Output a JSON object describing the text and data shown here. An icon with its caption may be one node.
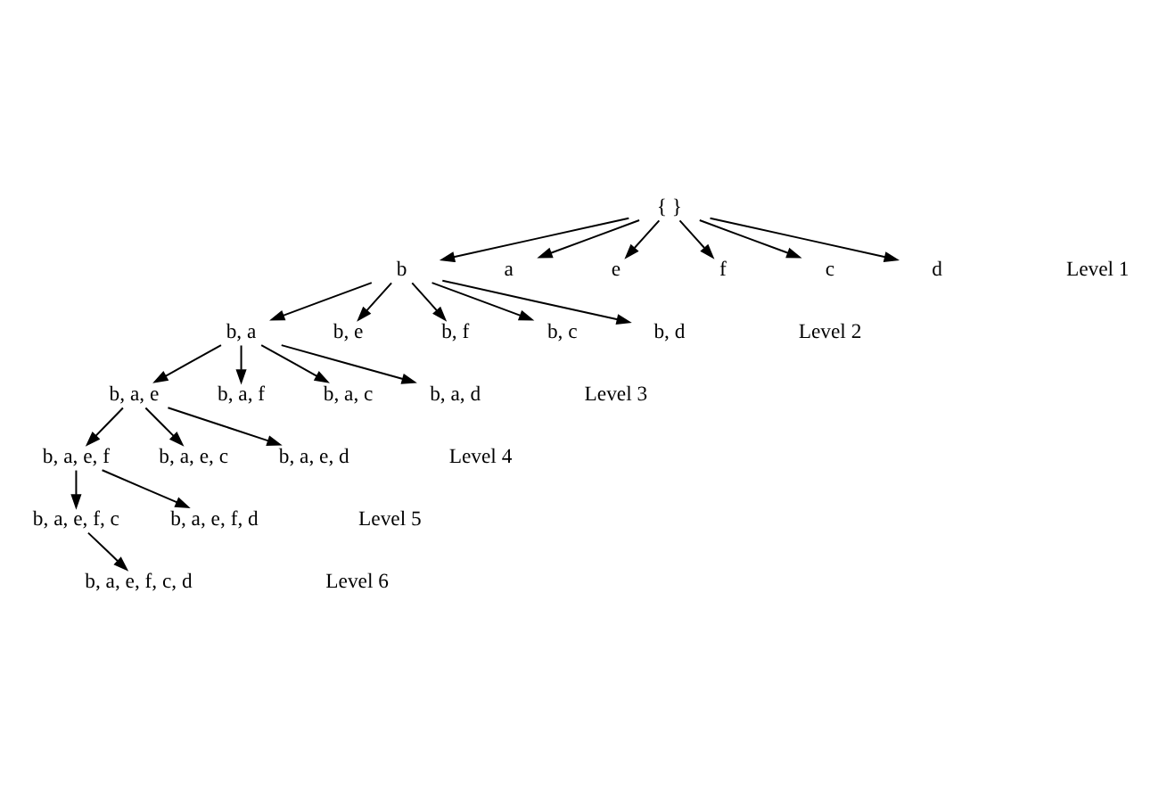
{
  "diagram": {
    "nodes": [
      {
        "text": [
          "{ }"
        ]
      },
      {
        "text": [
          "b"
        ]
      },
      {
        "text": [
          "a"
        ]
      },
      {
        "text": [
          "e"
        ]
      },
      {
        "text": [
          "f"
        ]
      },
      {
        "text": [
          "c"
        ]
      },
      {
        "text": [
          "d"
        ]
      },
      {
        "text": [
          "b, a"
        ]
      },
      {
        "text": [
          "b, e"
        ]
      },
      {
        "text": [
          "b, f"
        ]
      },
      {
        "text": [
          "b, c"
        ]
      },
      {
        "text": [
          "b, d"
        ]
      },
      {
        "text": [
          "b, a, e"
        ]
      },
      {
        "text": [
          "b, a, f"
        ]
      },
      {
        "text": [
          "b, a, c"
        ]
      },
      {
        "text": [
          "b, a, d"
        ]
      },
      {
        "text": [
          "b, a, e, f"
        ]
      },
      {
        "text": [
          "b, a, e, c"
        ]
      },
      {
        "text": [
          "b, a, e, d"
        ]
      },
      {
        "text": [
          "b, a, e, f, c"
        ]
      },
      {
        "text": [
          "b, a, e, f, d"
        ]
      },
      {
        "text": [
          "b, a, e, f, c, d"
        ]
      }
    ],
    "edges": [
      {
        "from": 0,
        "to": 1,
        "arrow": "to"
      },
      {
        "from": 0,
        "to": 2,
        "arrow": "to"
      },
      {
        "from": 0,
        "to": 3,
        "arrow": "to"
      },
      {
        "from": 0,
        "to": 4,
        "arrow": "to"
      },
      {
        "from": 0,
        "to": 5,
        "arrow": "to"
      },
      {
        "from": 0,
        "to": 6,
        "arrow": "to"
      },
      {
        "from": 1,
        "to": 7,
        "arrow": "to"
      },
      {
        "from": 1,
        "to": 8,
        "arrow": "to"
      },
      {
        "from": 1,
        "to": 9,
        "arrow": "to"
      },
      {
        "from": 1,
        "to": 10,
        "arrow": "to"
      },
      {
        "from": 1,
        "to": 11,
        "arrow": "to"
      },
      {
        "from": 7,
        "to": 12,
        "arrow": "to"
      },
      {
        "from": 7,
        "to": 13,
        "arrow": "to"
      },
      {
        "from": 7,
        "to": 14,
        "arrow": "to"
      },
      {
        "from": 7,
        "to": 15,
        "arrow": "to"
      },
      {
        "from": 12,
        "to": 16,
        "arrow": "to"
      },
      {
        "from": 12,
        "to": 17,
        "arrow": "to"
      },
      {
        "from": 12,
        "to": 18,
        "arrow": "to"
      },
      {
        "from": 16,
        "to": 19,
        "arrow": "to"
      },
      {
        "from": 16,
        "to": 20,
        "arrow": "to"
      },
      {
        "from": 19,
        "to": 21,
        "arrow": "to"
      }
    ],
    "labels": [
      "Level 1",
      "Level 2",
      "Level 3",
      "Level 4",
      "Level 5",
      "Level 6"
    ]
  }
}
